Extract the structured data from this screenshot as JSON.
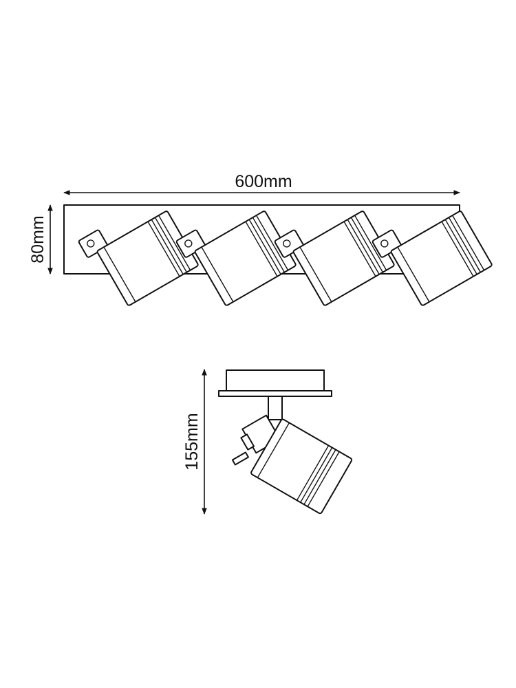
{
  "dimensions": {
    "width_label": "600mm",
    "height_label": "80mm",
    "projection_label": "155mm"
  },
  "colors": {
    "line": "#111111",
    "background": "#ffffff"
  },
  "spotlight_count": 4
}
